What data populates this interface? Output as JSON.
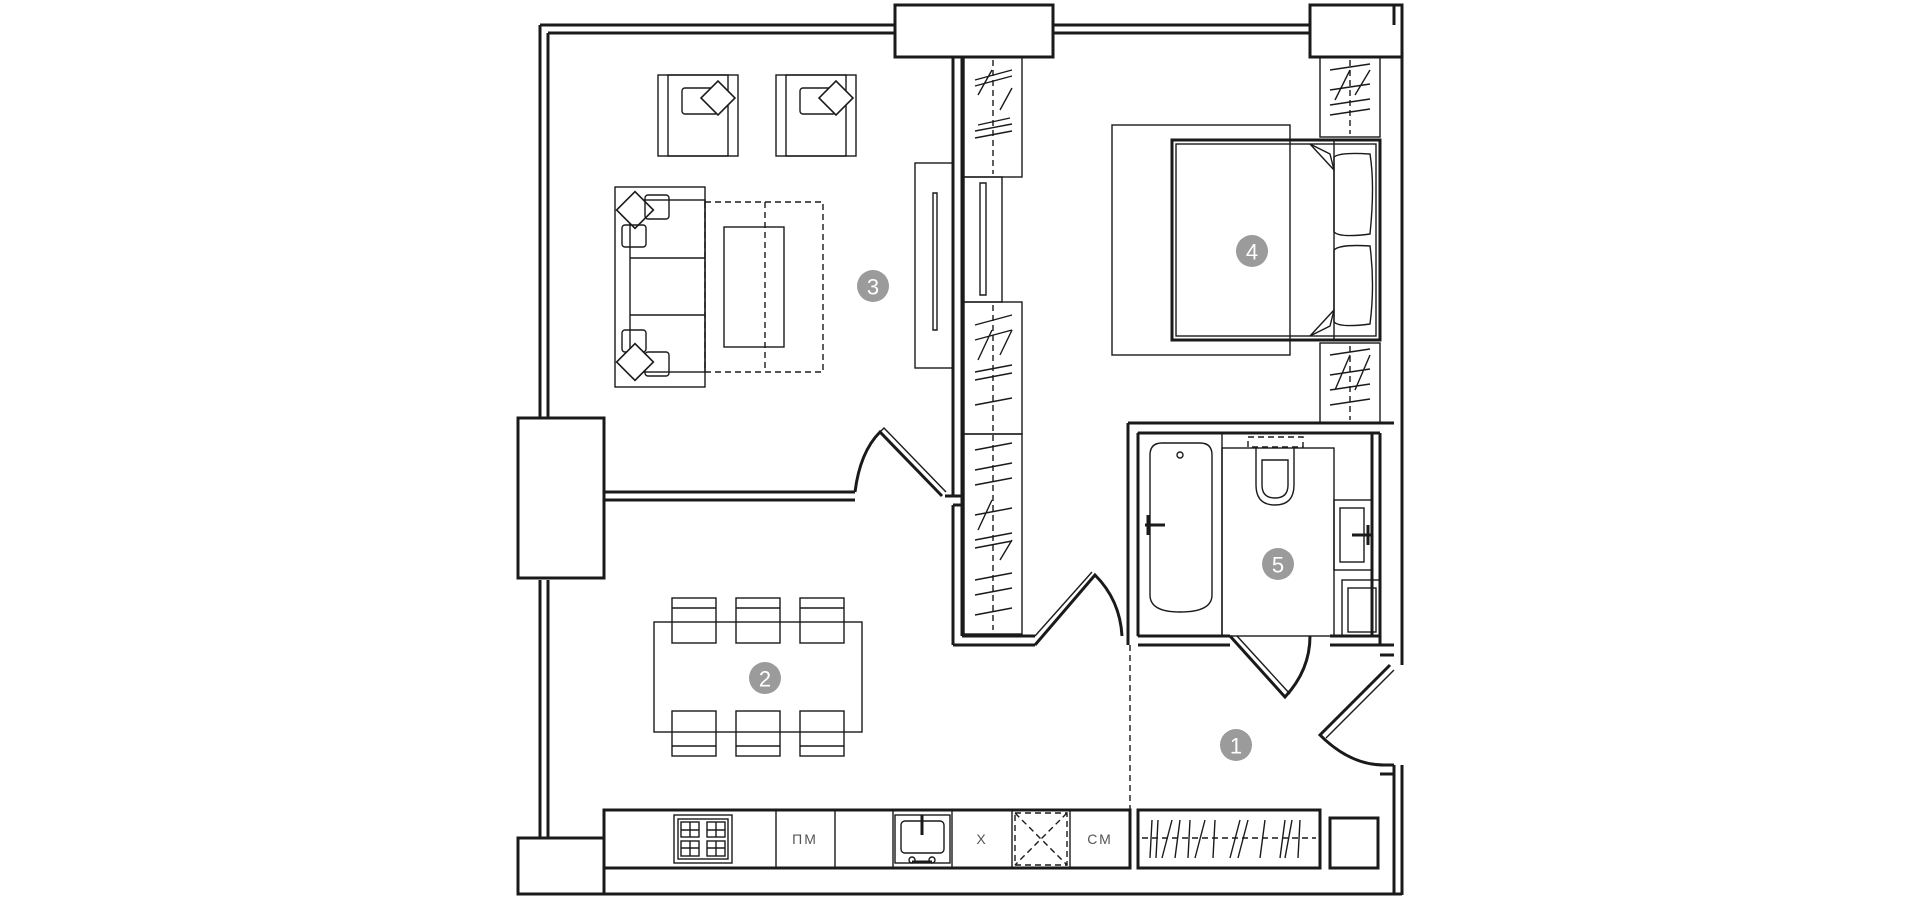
{
  "rooms": [
    {
      "number": "1"
    },
    {
      "number": "2"
    },
    {
      "number": "3"
    },
    {
      "number": "4"
    },
    {
      "number": "5"
    }
  ],
  "kitchen": {
    "dishwasher_label": "ПМ",
    "fridge_label": "Х",
    "washer_label": "СМ"
  },
  "colors": {
    "line": "#1a1a1a",
    "badge": "#9b9b9b",
    "background": "#ffffff"
  }
}
